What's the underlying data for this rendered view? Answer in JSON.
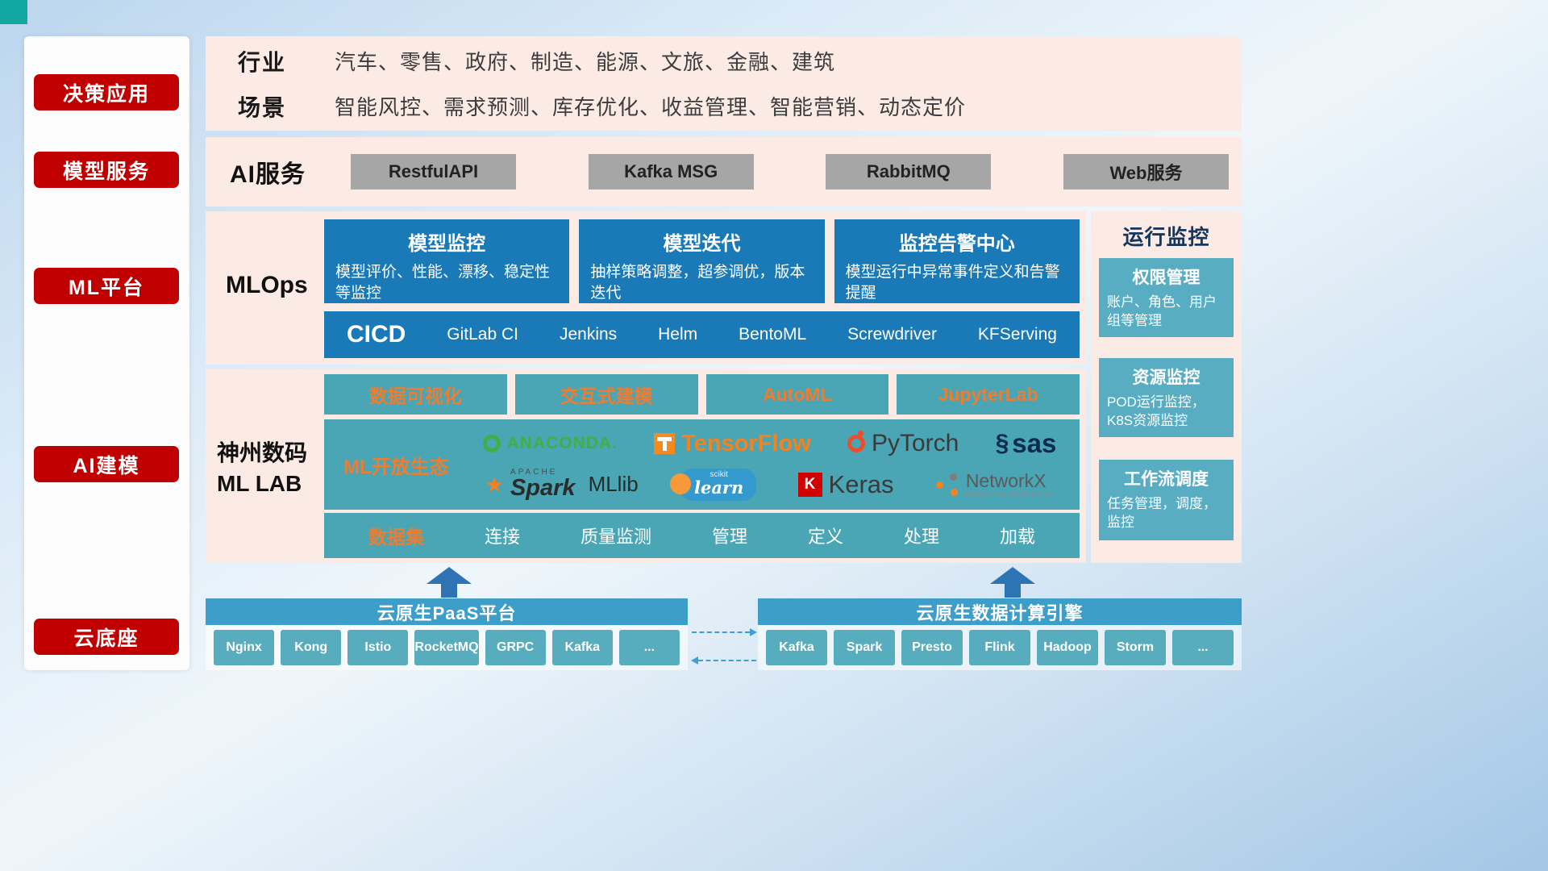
{
  "sidebar": {
    "items": [
      {
        "label": "决策应用"
      },
      {
        "label": "模型服务"
      },
      {
        "label": "ML平台"
      },
      {
        "label": "AI建模"
      },
      {
        "label": "云底座"
      }
    ]
  },
  "overview": {
    "industry_label": "行业",
    "industry_text": "汽车、零售、政府、制造、能源、文旅、金融、建筑",
    "scene_label": "场景",
    "scene_text": "智能风控、需求预测、库存优化、收益管理、智能营销、动态定价"
  },
  "ai_service": {
    "label": "AI服务",
    "items": [
      {
        "label": "RestfulAPI"
      },
      {
        "label": "Kafka MSG"
      },
      {
        "label": "RabbitMQ"
      },
      {
        "label": "Web服务"
      }
    ]
  },
  "mlops": {
    "label": "MLOps",
    "cards": [
      {
        "title": "模型监控",
        "desc": "模型评价、性能、漂移、稳定性等监控"
      },
      {
        "title": "模型迭代",
        "desc": "抽样策略调整，超参调优，版本迭代"
      },
      {
        "title": "监控告警中心",
        "desc": "模型运行中异常事件定义和告警提醒"
      }
    ],
    "cicd_label": "CICD",
    "cicd_items": [
      {
        "label": "GitLab CI"
      },
      {
        "label": "Jenkins"
      },
      {
        "label": "Helm"
      },
      {
        "label": "BentoML"
      },
      {
        "label": "Screwdriver"
      },
      {
        "label": "KFServing"
      }
    ]
  },
  "ml_lab": {
    "label_line1": "神州数码",
    "label_line2": "ML LAB",
    "tools": [
      {
        "label": "数据可视化"
      },
      {
        "label": "交互式建模"
      },
      {
        "label": "AutoML"
      },
      {
        "label": "JupyterLab"
      }
    ],
    "ecosystem_label": "ML开放生态",
    "logos": {
      "anaconda": "ANACONDA.",
      "tensorflow": "TensorFlow",
      "pytorch": "PyTorch",
      "sas": "sas",
      "spark_caption": "APACHE",
      "spark": "Spark",
      "mllib": "MLlib",
      "scikit_caption": "scikit",
      "scikit": "learn",
      "keras": "Keras",
      "networkx": "NetworkX",
      "networkx_caption": "Network Analysis in Python"
    },
    "dataset_label": "数据集",
    "dataset_items": [
      {
        "label": "连接"
      },
      {
        "label": "质量监测"
      },
      {
        "label": "管理"
      },
      {
        "label": "定义"
      },
      {
        "label": "处理"
      },
      {
        "label": "加载"
      }
    ]
  },
  "monitoring": {
    "title": "运行监控",
    "cards": [
      {
        "title": "权限管理",
        "desc": "账户、角色、用户组等管理"
      },
      {
        "title": "资源监控",
        "desc": "POD运行监控，K8S资源监控"
      },
      {
        "title": "工作流调度",
        "desc": "任务管理，调度，监控"
      }
    ]
  },
  "foundation": {
    "paas_title": "云原生PaaS平台",
    "paas_items": [
      {
        "label": "Nginx"
      },
      {
        "label": "Kong"
      },
      {
        "label": "Istio"
      },
      {
        "label": "RocketMQ"
      },
      {
        "label": "GRPC"
      },
      {
        "label": "Kafka"
      },
      {
        "label": "..."
      }
    ],
    "engine_title": "云原生数据计算引擎",
    "engine_items": [
      {
        "label": "Kafka"
      },
      {
        "label": "Spark"
      },
      {
        "label": "Presto"
      },
      {
        "label": "Flink"
      },
      {
        "label": "Hadoop"
      },
      {
        "label": "Storm"
      },
      {
        "label": "..."
      }
    ]
  },
  "icons": {
    "sas_swirl": "§",
    "spark_star": "★",
    "keras_k": "K"
  },
  "colors": {
    "sidebar_red": "#c00000",
    "panel_pink": "#fcebe5",
    "card_blue": "#1a7ab8",
    "teal": "#4aa5b5",
    "accent_orange": "#ed7d31",
    "chip_gray": "#a6a6a6",
    "bar_blue": "#3d9ec9",
    "chip_teal": "#57acbe"
  }
}
